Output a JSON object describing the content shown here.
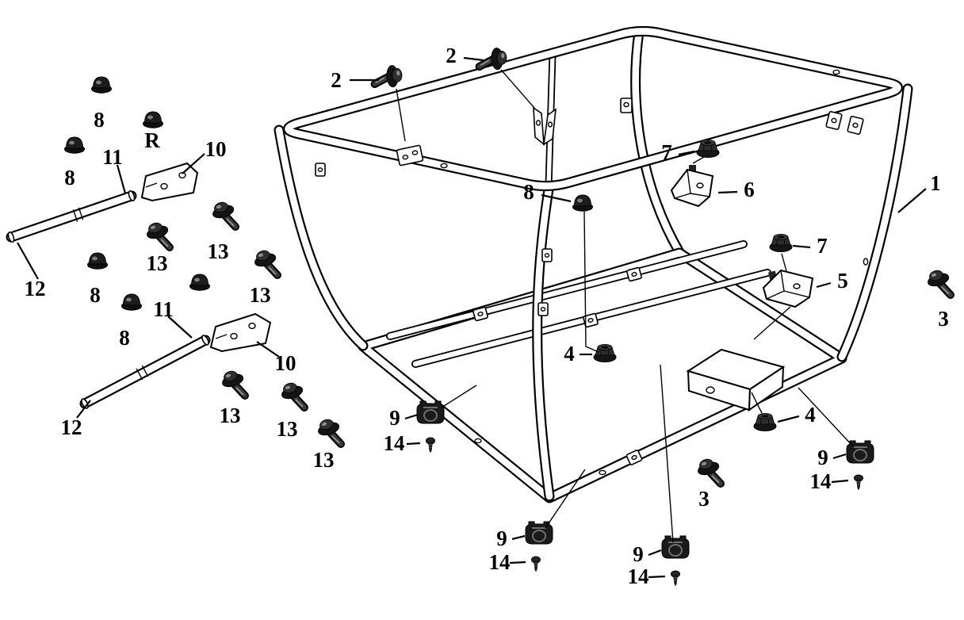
{
  "diagram": {
    "description": "Exploded parts diagram of a tubular equipment frame with numbered hardware callouts",
    "background_color": "#ffffff",
    "line_color": "#000000",
    "hardware_fill_color": "#1b1b1b",
    "part_numbers_visible": [
      "1",
      "2",
      "3",
      "4",
      "5",
      "6",
      "7",
      "8",
      "9",
      "10",
      "11",
      "12",
      "13",
      "14",
      "R"
    ]
  },
  "callouts": [
    {
      "text": "2"
    },
    {
      "text": "2"
    },
    {
      "text": "8"
    },
    {
      "text": "R"
    },
    {
      "text": "8"
    },
    {
      "text": "11"
    },
    {
      "text": "10"
    },
    {
      "text": "13"
    },
    {
      "text": "13"
    },
    {
      "text": "13"
    },
    {
      "text": "12"
    },
    {
      "text": "8"
    },
    {
      "text": "8"
    },
    {
      "text": "11"
    },
    {
      "text": "10"
    },
    {
      "text": "13"
    },
    {
      "text": "13"
    },
    {
      "text": "13"
    },
    {
      "text": "12"
    },
    {
      "text": "9"
    },
    {
      "text": "14"
    },
    {
      "text": "7"
    },
    {
      "text": "6"
    },
    {
      "text": "8"
    },
    {
      "text": "7"
    },
    {
      "text": "5"
    },
    {
      "text": "1"
    },
    {
      "text": "3"
    },
    {
      "text": "4"
    },
    {
      "text": "4"
    },
    {
      "text": "9"
    },
    {
      "text": "14"
    },
    {
      "text": "3"
    },
    {
      "text": "9"
    },
    {
      "text": "14"
    },
    {
      "text": "9"
    },
    {
      "text": "14"
    }
  ]
}
